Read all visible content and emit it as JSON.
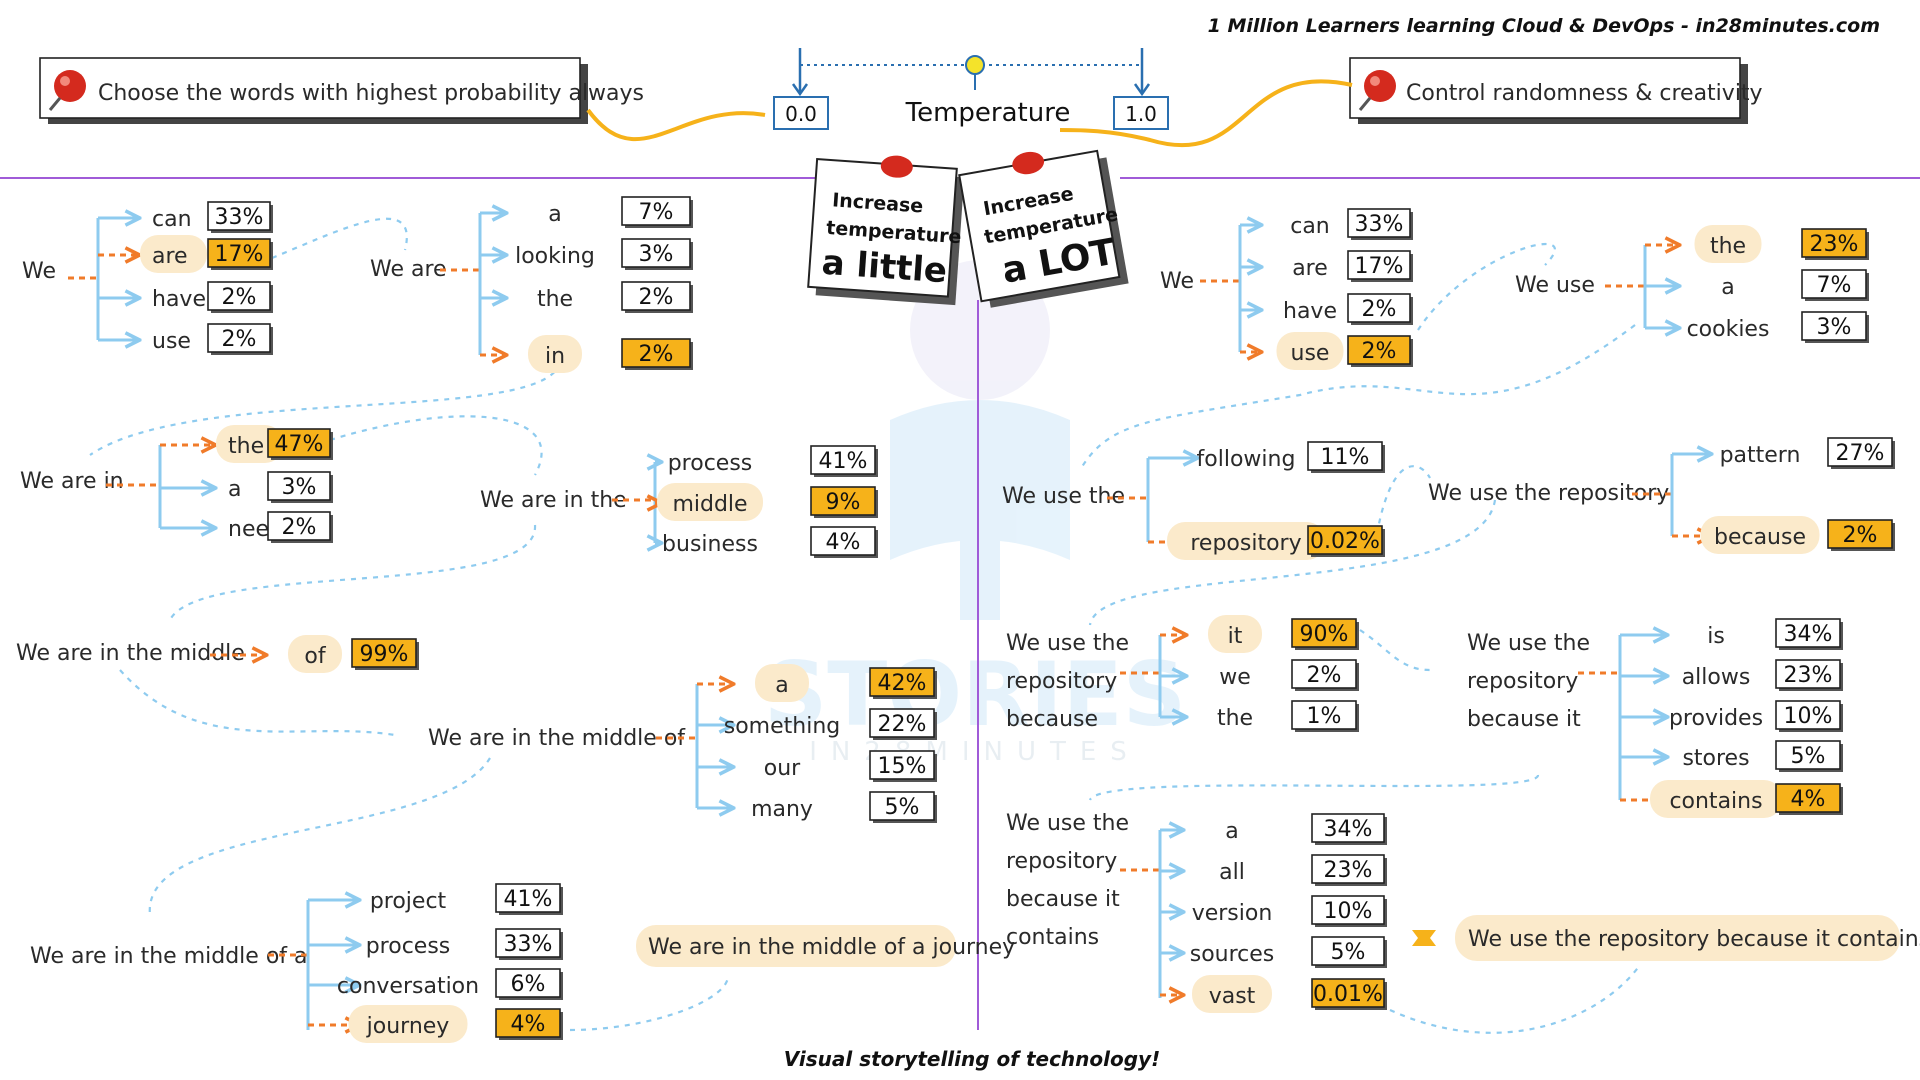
{
  "header": {
    "brand_line": "1 Million Learners learning Cloud & DevOps - in28minutes.com",
    "left_note": "Choose the words with highest probability always",
    "right_note": "Control randomness & creativity",
    "temperature_label": "Temperature",
    "scale_min": "0.0",
    "scale_max": "1.0",
    "card_little": {
      "line1": "Increase",
      "line2": "temperature",
      "line3": "a little"
    },
    "card_lot": {
      "line1": "Increase",
      "line2": "temperature",
      "line3": "a LOT"
    }
  },
  "watermark": {
    "line1": "STORIES",
    "line2": "IN28MINUTES"
  },
  "left_panel": {
    "steps": [
      {
        "prompt": "We",
        "options": [
          {
            "word": "can",
            "prob": "33%",
            "selected": false
          },
          {
            "word": "are",
            "prob": "17%",
            "selected": true
          },
          {
            "word": "have",
            "prob": "2%",
            "selected": false
          },
          {
            "word": "use",
            "prob": "2%",
            "selected": false
          }
        ]
      },
      {
        "prompt": "We are",
        "options": [
          {
            "word": "a",
            "prob": "7%",
            "selected": false
          },
          {
            "word": "looking",
            "prob": "3%",
            "selected": false
          },
          {
            "word": "the",
            "prob": "2%",
            "selected": false
          },
          {
            "word": "in",
            "prob": "2%",
            "selected": true
          }
        ]
      },
      {
        "prompt": "We are in",
        "options": [
          {
            "word": "the",
            "prob": "47%",
            "selected": true
          },
          {
            "word": "a",
            "prob": "3%",
            "selected": false
          },
          {
            "word": "need",
            "prob": "2%",
            "selected": false
          }
        ]
      },
      {
        "prompt": "We are in the",
        "options": [
          {
            "word": "process",
            "prob": "41%",
            "selected": false
          },
          {
            "word": "middle",
            "prob": "9%",
            "selected": true
          },
          {
            "word": "business",
            "prob": "4%",
            "selected": false
          }
        ]
      },
      {
        "prompt": "We are in the middle",
        "options": [
          {
            "word": "of",
            "prob": "99%",
            "selected": true
          }
        ]
      },
      {
        "prompt": "We are in the middle of",
        "options": [
          {
            "word": "a",
            "prob": "42%",
            "selected": true
          },
          {
            "word": "something",
            "prob": "22%",
            "selected": false
          },
          {
            "word": "our",
            "prob": "15%",
            "selected": false
          },
          {
            "word": "many",
            "prob": "5%",
            "selected": false
          }
        ]
      },
      {
        "prompt": "We are in the middle of a",
        "options": [
          {
            "word": "project",
            "prob": "41%",
            "selected": false
          },
          {
            "word": "process",
            "prob": "33%",
            "selected": false
          },
          {
            "word": "conversation",
            "prob": "6%",
            "selected": false
          },
          {
            "word": "journey",
            "prob": "4%",
            "selected": true
          }
        ]
      }
    ],
    "result": "We are in the middle of a journey"
  },
  "right_panel": {
    "steps": [
      {
        "prompt": "We",
        "options": [
          {
            "word": "can",
            "prob": "33%",
            "selected": false
          },
          {
            "word": "are",
            "prob": "17%",
            "selected": false
          },
          {
            "word": "have",
            "prob": "2%",
            "selected": false
          },
          {
            "word": "use",
            "prob": "2%",
            "selected": true
          }
        ]
      },
      {
        "prompt": "We use",
        "options": [
          {
            "word": "the",
            "prob": "23%",
            "selected": true
          },
          {
            "word": "a",
            "prob": "7%",
            "selected": false
          },
          {
            "word": "cookies",
            "prob": "3%",
            "selected": false
          }
        ]
      },
      {
        "prompt": "We use the",
        "options": [
          {
            "word": "following",
            "prob": "11%",
            "selected": false
          },
          {
            "word": "repository",
            "prob": "0.02%",
            "selected": true
          }
        ]
      },
      {
        "prompt": "We use the repository",
        "options": [
          {
            "word": "pattern",
            "prob": "27%",
            "selected": false
          },
          {
            "word": "because",
            "prob": "2%",
            "selected": true
          }
        ]
      },
      {
        "prompt": "We use the repository because",
        "options": [
          {
            "word": "it",
            "prob": "90%",
            "selected": true
          },
          {
            "word": "we",
            "prob": "2%",
            "selected": false
          },
          {
            "word": "the",
            "prob": "1%",
            "selected": false
          }
        ]
      },
      {
        "prompt": "We use the repository because it",
        "options": [
          {
            "word": "is",
            "prob": "34%",
            "selected": false
          },
          {
            "word": "allows",
            "prob": "23%",
            "selected": false
          },
          {
            "word": "provides",
            "prob": "10%",
            "selected": false
          },
          {
            "word": "stores",
            "prob": "5%",
            "selected": false
          },
          {
            "word": "contains",
            "prob": "4%",
            "selected": true
          }
        ]
      },
      {
        "prompt": "We use the repository because it contains",
        "options": [
          {
            "word": "a",
            "prob": "34%",
            "selected": false
          },
          {
            "word": "all",
            "prob": "23%",
            "selected": false
          },
          {
            "word": "version",
            "prob": "10%",
            "selected": false
          },
          {
            "word": "sources",
            "prob": "5%",
            "selected": false
          },
          {
            "word": "vast",
            "prob": "0.01%",
            "selected": true
          }
        ]
      }
    ],
    "result": "We use the repository because it contains vast"
  },
  "footer": {
    "tagline": "Visual storytelling of technology!"
  },
  "colors": {
    "accent_orange": "#f07b2a",
    "highlight": "#f6b21a",
    "branch_blue": "#8ecbef",
    "divider": "#a05bd8",
    "pin": "#d42a1e"
  },
  "icons": [
    "pushpin-icon",
    "thumbtack-icon",
    "temperature-slider-icon"
  ]
}
